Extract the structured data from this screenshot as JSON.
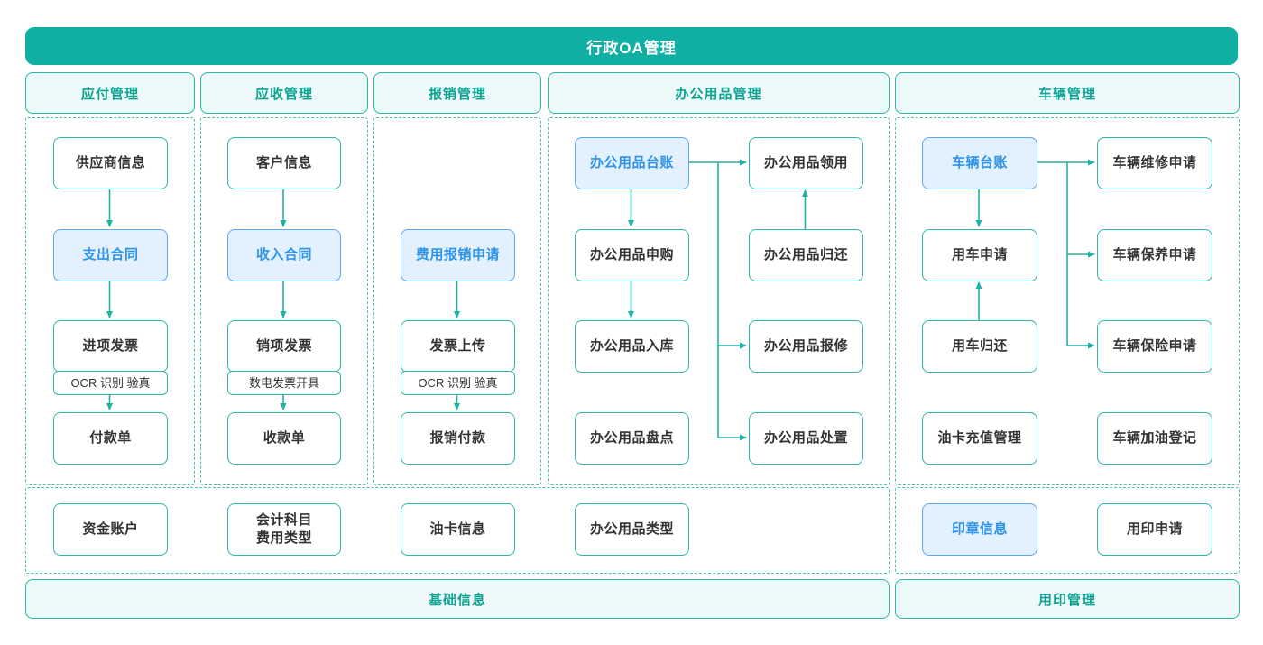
{
  "title": "行政OA管理",
  "colors": {
    "teal": "#10afa3",
    "teal_border": "#2ab8a8",
    "dash_border": "#44c4b4",
    "teal_text": "#0fa392",
    "header_bg": "#eef9f9",
    "node_text": "#333333",
    "blue_bg": "#e3f0fd",
    "blue_border": "#5ba9f1",
    "blue_text": "#2e93ea",
    "arrow": "#21b2a3"
  },
  "sections": {
    "payable": {
      "header": "应付管理",
      "nodes": {
        "supplier_info": "供应商信息",
        "expense_contract": "支出合同",
        "input_invoice": "进项发票",
        "ocr": "OCR 识别 验真",
        "payment_order": "付款单"
      }
    },
    "receivable": {
      "header": "应收管理",
      "nodes": {
        "customer_info": "客户信息",
        "income_contract": "收入合同",
        "output_invoice": "销项发票",
        "digital_invoice_issue": "数电发票开具",
        "receipt_order": "收款单"
      }
    },
    "reimbursement": {
      "header": "报销管理",
      "nodes": {
        "expense_claim_apply": "费用报销申请",
        "invoice_upload": "发票上传",
        "ocr": "OCR 识别 验真",
        "reimburse_payment": "报销付款"
      }
    },
    "office_supplies": {
      "header": "办公用品管理",
      "nodes": {
        "ledger": "办公用品台账",
        "purchase_apply": "办公用品申购",
        "inbound": "办公用品入库",
        "stocktake": "办公用品盘点",
        "requisition": "办公用品领用",
        "return": "办公用品归还",
        "repair": "办公用品报修",
        "disposal": "办公用品处置"
      }
    },
    "vehicle": {
      "header": "车辆管理",
      "nodes": {
        "ledger": "车辆台账",
        "use_apply": "用车申请",
        "use_return": "用车归还",
        "fuel_card_recharge": "油卡充值管理",
        "maintenance_apply": "车辆维修申请",
        "upkeep_apply": "车辆保养申请",
        "insurance_apply": "车辆保险申请",
        "refuel_register": "车辆加油登记"
      }
    },
    "base_info": {
      "banner": "基础信息",
      "nodes": {
        "fund_account": "资金账户",
        "accounting_subject_expense_type": "会计科目\n费用类型",
        "fuel_card_info": "油卡信息",
        "office_supply_type": "办公用品类型"
      }
    },
    "seal": {
      "banner": "用印管理",
      "nodes": {
        "seal_info": "印章信息",
        "seal_apply": "用印申请"
      }
    }
  }
}
